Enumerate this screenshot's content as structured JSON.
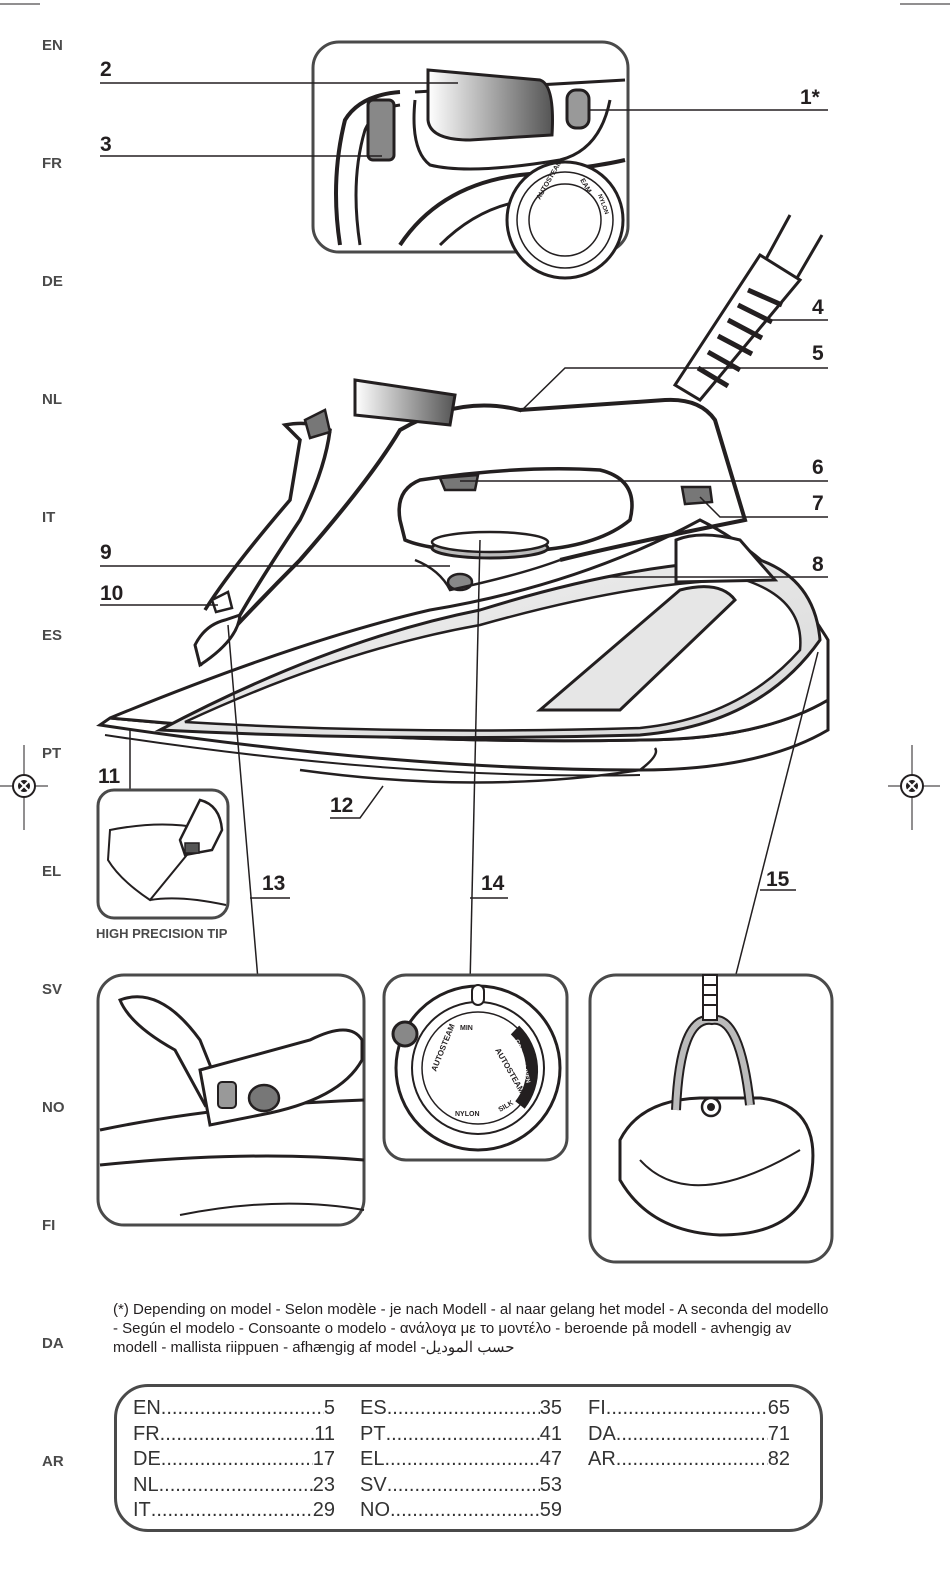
{
  "side_languages": [
    "EN",
    "FR",
    "DE",
    "NL",
    "IT",
    "ES",
    "PT",
    "EL",
    "SV",
    "NO",
    "FI",
    "DA",
    "AR"
  ],
  "part_numbers": {
    "n1": "1*",
    "n2": "2",
    "n3": "3",
    "n4": "4",
    "n5": "5",
    "n6": "6",
    "n7": "7",
    "n8": "8",
    "n9": "9",
    "n10": "10",
    "n11": "11",
    "n12": "12",
    "n13": "13",
    "n14": "14",
    "n15": "15"
  },
  "caption": "HIGH PRECISION TIP",
  "dial_labels": {
    "autosteam": "AUTOSTEAM",
    "nylon": "NYLON",
    "min": "MIN",
    "silk": "SILK",
    "cotton_linen": "COTTON LINEN",
    "eam": "EAM"
  },
  "footnote": "(*) Depending on model - Selon modèle - je nach Modell - al naar gelang het model - A seconda del modello - Según el modelo - Consoante o modelo - ανάλογα με το μοντέλο - beroende på modell - avhengig av modell - mallista riippuen - afhængig af model -حسب الموديل",
  "toc": [
    [
      {
        "lang": "EN",
        "page": "5"
      },
      {
        "lang": "FR",
        "page": "11"
      },
      {
        "lang": "DE",
        "page": "17"
      },
      {
        "lang": "NL",
        "page": "23"
      },
      {
        "lang": "IT",
        "page": "29"
      }
    ],
    [
      {
        "lang": "ES",
        "page": "35"
      },
      {
        "lang": "PT",
        "page": "41"
      },
      {
        "lang": "EL",
        "page": "47"
      },
      {
        "lang": "SV",
        "page": "53"
      },
      {
        "lang": "NO",
        "page": "59"
      }
    ],
    [
      {
        "lang": "FI",
        "page": "65"
      },
      {
        "lang": "DA",
        "page": "71"
      },
      {
        "lang": "AR",
        "page": "82"
      }
    ]
  ]
}
